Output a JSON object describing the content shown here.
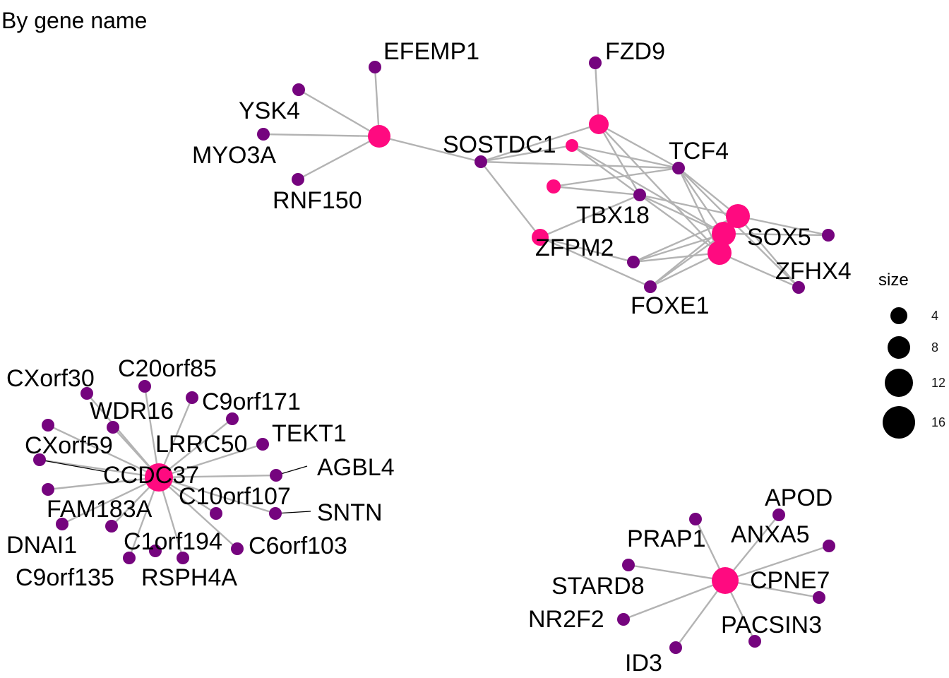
{
  "title": "By gene name",
  "colors": {
    "pathway_node": "#ff0a80",
    "gene_node": "#75047e",
    "edge": "#b3b3b3"
  },
  "legend": {
    "title": "size",
    "entries": [
      "4",
      "8",
      "12",
      "16"
    ]
  },
  "genes": [
    "EFEMP1",
    "YSK4",
    "MYO3A",
    "RNF150",
    "SOSTDC1",
    "FZD9",
    "TCF4",
    "TBX18",
    "ZFPM2",
    "SOX5",
    "ZFHX4",
    "FOXE1",
    "CXorf30",
    "C20orf85",
    "WDR16",
    "C9orf171",
    "CXorf59",
    "LRRC50",
    "TEKT1",
    "CCDC37",
    "AGBL4",
    "C10orf107",
    "FAM183A",
    "SNTN",
    "DNAI1",
    "C1orf194",
    "C6orf103",
    "C9orf135",
    "RSPH4A",
    "APOD",
    "PRAP1",
    "ANXA5",
    "STARD8",
    "CPNE7",
    "NR2F2",
    "PACSIN3",
    "ID3"
  ]
}
